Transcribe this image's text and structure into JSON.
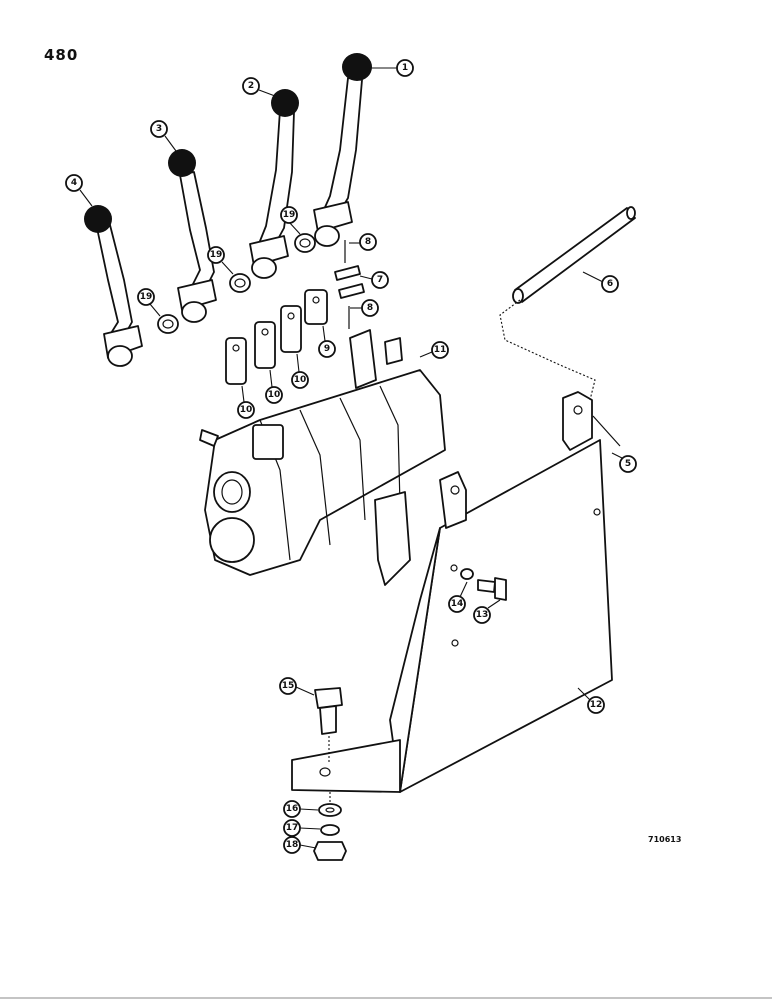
{
  "page_number": "480",
  "figure_code": "710613",
  "callouts": [
    {
      "id": "c1",
      "label": "1"
    },
    {
      "id": "c2",
      "label": "2"
    },
    {
      "id": "c3",
      "label": "3"
    },
    {
      "id": "c4",
      "label": "4"
    },
    {
      "id": "c5",
      "label": "5"
    },
    {
      "id": "c6",
      "label": "6"
    },
    {
      "id": "c7",
      "label": "7"
    },
    {
      "id": "c8a",
      "label": "8"
    },
    {
      "id": "c8b",
      "label": "8"
    },
    {
      "id": "c9",
      "label": "9"
    },
    {
      "id": "c10a",
      "label": "10"
    },
    {
      "id": "c10b",
      "label": "10"
    },
    {
      "id": "c10c",
      "label": "10"
    },
    {
      "id": "c11",
      "label": "11"
    },
    {
      "id": "c12",
      "label": "12"
    },
    {
      "id": "c13",
      "label": "13"
    },
    {
      "id": "c14",
      "label": "14"
    },
    {
      "id": "c15",
      "label": "15"
    },
    {
      "id": "c16",
      "label": "16"
    },
    {
      "id": "c17",
      "label": "17"
    },
    {
      "id": "c18",
      "label": "18"
    },
    {
      "id": "c19a",
      "label": "19"
    },
    {
      "id": "c19b",
      "label": "19"
    },
    {
      "id": "c19c",
      "label": "19"
    }
  ]
}
